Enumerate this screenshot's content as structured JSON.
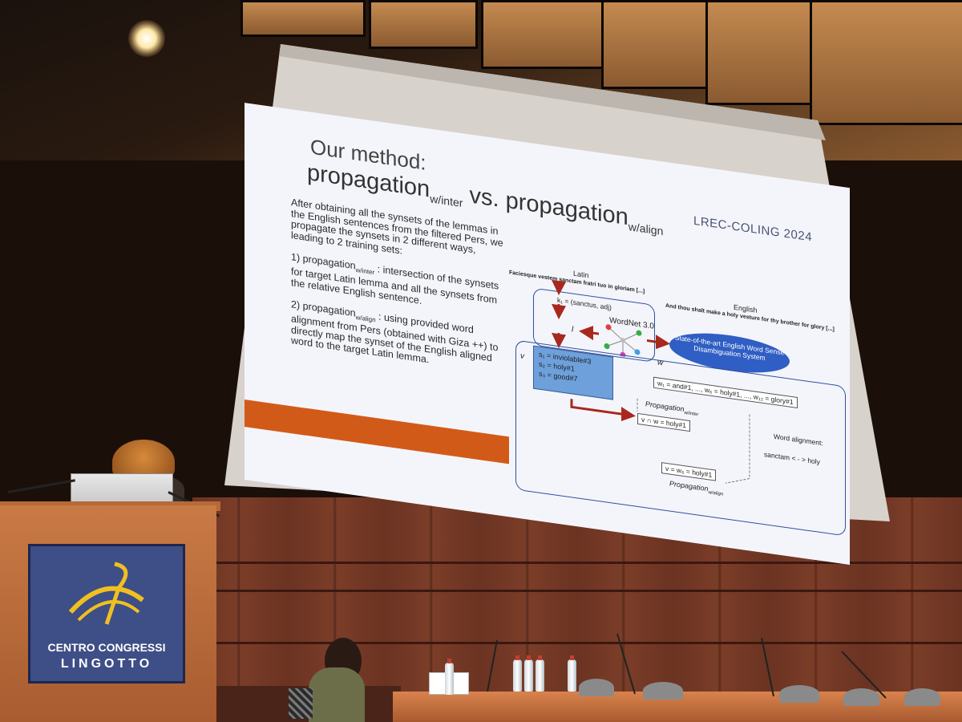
{
  "slide": {
    "title_line1": "Our method:",
    "title_line2": "propagation",
    "title_sub_inter": "w/inter",
    "title_vs": " vs. propagation",
    "title_sub_align": "w/align",
    "logo": "LREC-COLING 2024",
    "body_intro": "After obtaining all the synsets of the lemmas in the English sentences from the filtered Pers, we propagate the synsets in 2 different ways, leading to 2 training sets:",
    "item1_prefix": "1) propagation",
    "item1_sub": "w/inter",
    "item1_text": " : intersection of the synsets for target Latin lemma and all the synsets from the relative English sentence.",
    "item2_prefix": "2) propagation",
    "item2_sub": "w/align",
    "item2_text": " : using provided word alignment from Pers (obtained with Giza ++) to directly map the synset of the English aligned word to the target Latin lemma."
  },
  "diagram": {
    "latin_label": "Latin",
    "latin_sentence": "Faciesque vestem sanctam fratri tuo in gloriam [...]",
    "english_label": "English",
    "english_sentence": "And thou shalt make a holy vesture for thy brother for glory [...]",
    "lemma": "k₁ = (sanctus, adj)",
    "wordnet": "WordNet 3.0",
    "i_label": "l",
    "wsd": "State-of-the-art English Word Sense Disambiguation System",
    "v_label": "v",
    "w_label": "w",
    "synset_1": "s₁ = inviolable#3",
    "synset_2": "s₂ = holy#1",
    "synset_3": "s₃ = good#7",
    "w_sequence": "w₁ = and#1, ..., w₆ = holy#1, ..., w₁₂ = glory#1",
    "propagation_inter": "Propagation",
    "propagation_inter_sub": "w/inter",
    "intersection": "v ∩ w = holy#1",
    "word_alignment": "Word alignment:",
    "alignment_pair": "sanctam < - > holy",
    "align_result": "v = w₆ = holy#1",
    "propagation_align": "Propagation",
    "propagation_align_sub": "w/align"
  },
  "podium": {
    "line1": "CENTRO CONGRESSI",
    "line2": "LINGOTTO"
  },
  "colors": {
    "slide_accent": "#d25a18",
    "diagram_blue": "#2e4f9e",
    "arrow_red": "#a8281e",
    "sign_blue": "#3e4e86"
  }
}
